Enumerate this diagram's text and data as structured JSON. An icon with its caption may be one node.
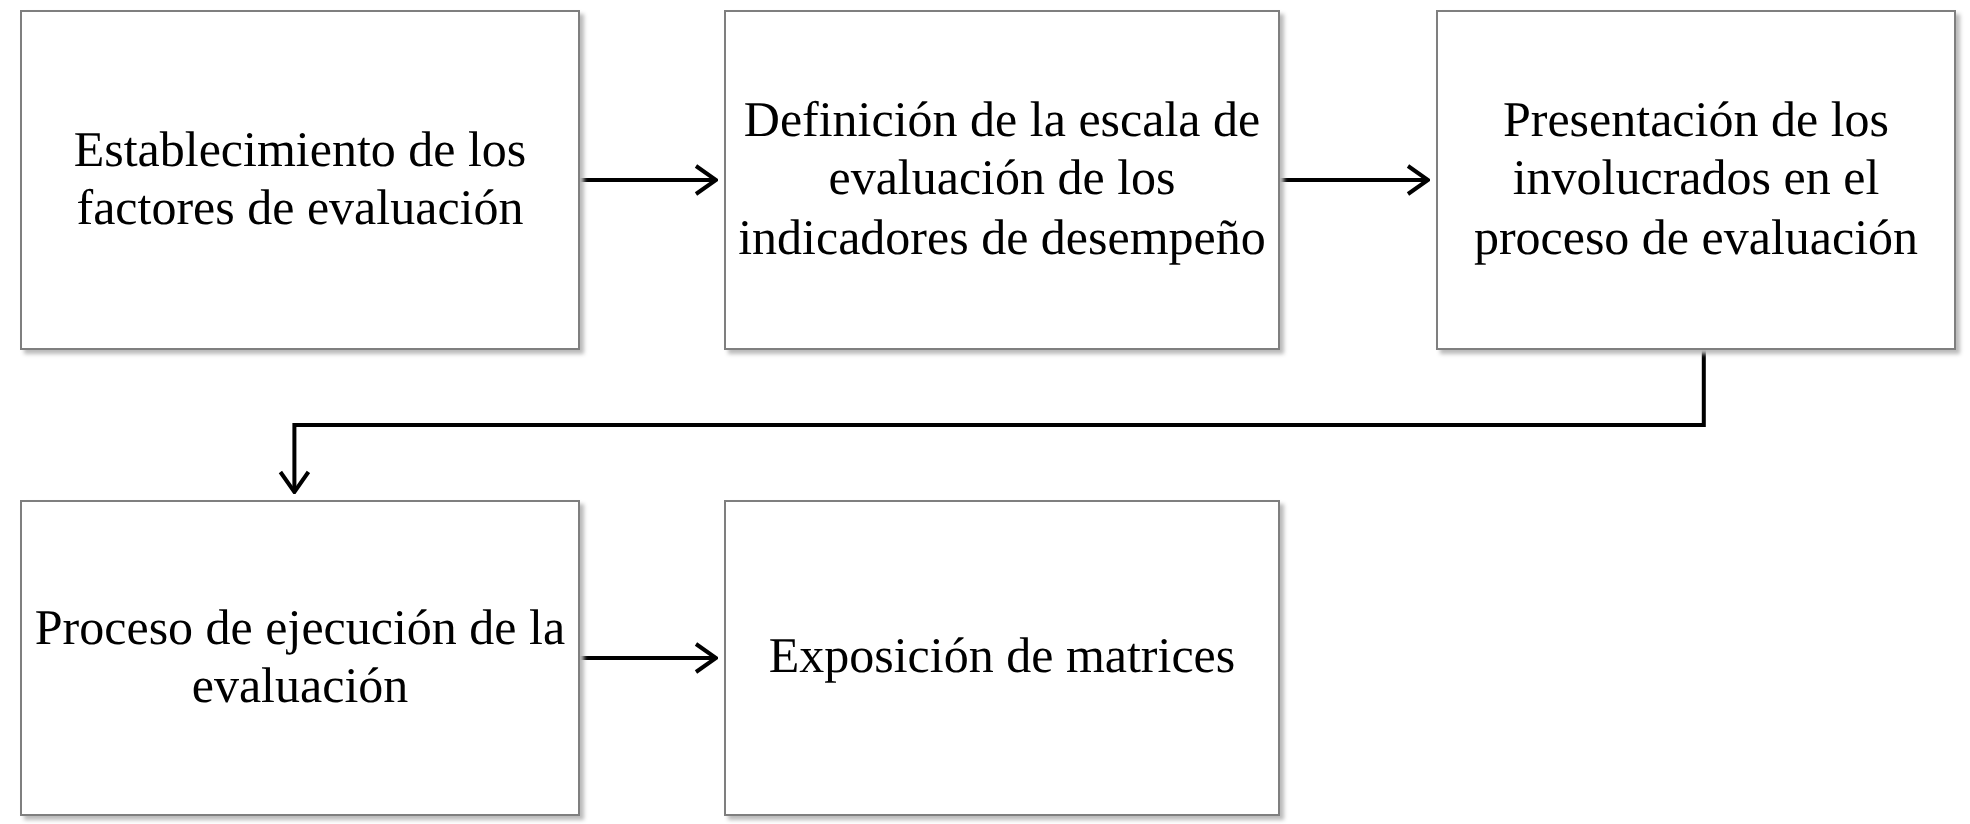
{
  "diagram": {
    "nodes": [
      {
        "text": [
          "Establecimiento de los factores de evaluación"
        ]
      },
      {
        "text": [
          "Definición de la escala de evaluación de los indicadores de desempeño"
        ]
      },
      {
        "text": [
          "Presentación de los involucrados en el proceso de evaluación"
        ]
      },
      {
        "text": [
          "Proceso de ejecución de la evaluación"
        ]
      },
      {
        "text": [
          "Exposición de matrices"
        ]
      }
    ],
    "edges": [
      {
        "from": 0,
        "to": 1,
        "arrow": "to"
      },
      {
        "from": 1,
        "to": 2,
        "arrow": "to"
      },
      {
        "from": 2,
        "to": 3,
        "arrow": "to"
      },
      {
        "from": 3,
        "to": 4,
        "arrow": "to"
      }
    ]
  }
}
